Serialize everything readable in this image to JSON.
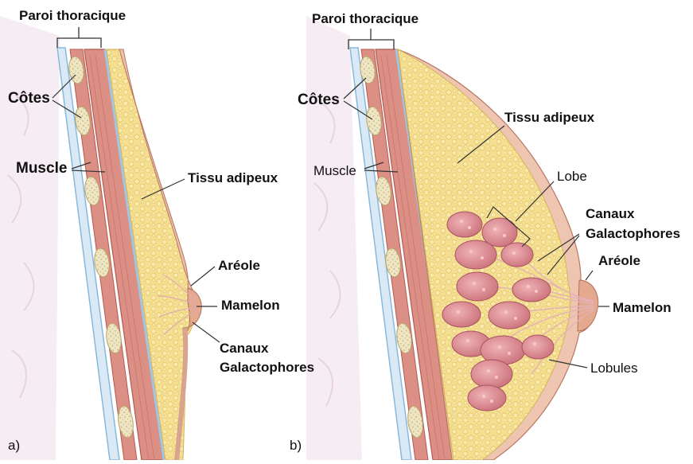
{
  "panels": {
    "a": {
      "tag": "a)",
      "labels": {
        "chest_wall": "Paroi thoracique",
        "ribs": "Côtes",
        "muscle": "Muscle",
        "fat": "Tissu adipeux",
        "areola": "Aréole",
        "nipple": "Mamelon",
        "ducts_line1": "Canaux",
        "ducts_line2": "Galactophores"
      }
    },
    "b": {
      "tag": "b)",
      "labels": {
        "chest_wall": "Paroi thoracique",
        "ribs": "Côtes",
        "muscle": "Muscle",
        "fat": "Tissu adipeux",
        "lobe": "Lobe",
        "ducts_line1": "Canaux",
        "ducts_line2": "Galactophores",
        "areola": "Aréole",
        "nipple": "Mamelon",
        "lobules": "Lobules"
      }
    }
  },
  "colors": {
    "fat": "#f3dc8c",
    "fat_outline": "#e2bf62",
    "muscle": "#d98a80",
    "muscle_dark": "#b8574e",
    "rib": "#e8dfb8",
    "membrane": "#9fc6e2",
    "skin": "#e9b59c",
    "skin_outline": "#b87762",
    "lobule": "#d98c92",
    "lobule_dark": "#b5606a"
  }
}
